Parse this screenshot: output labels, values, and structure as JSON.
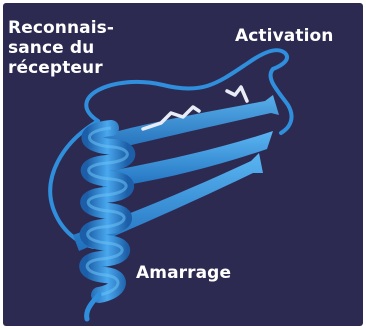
{
  "labels": {
    "receptor_recognition": [
      "Reconnais-",
      "sance du",
      "récepteur"
    ],
    "activation": "Activation",
    "docking": "Amarrage"
  },
  "colors": {
    "background": "#2d2a52",
    "ribbon": "#2f8fdd",
    "ribbon_light": "#5bb6f2",
    "ribbon_dark": "#1c5fa8",
    "disulfide": "#e8edf5",
    "text": "#ffffff"
  }
}
